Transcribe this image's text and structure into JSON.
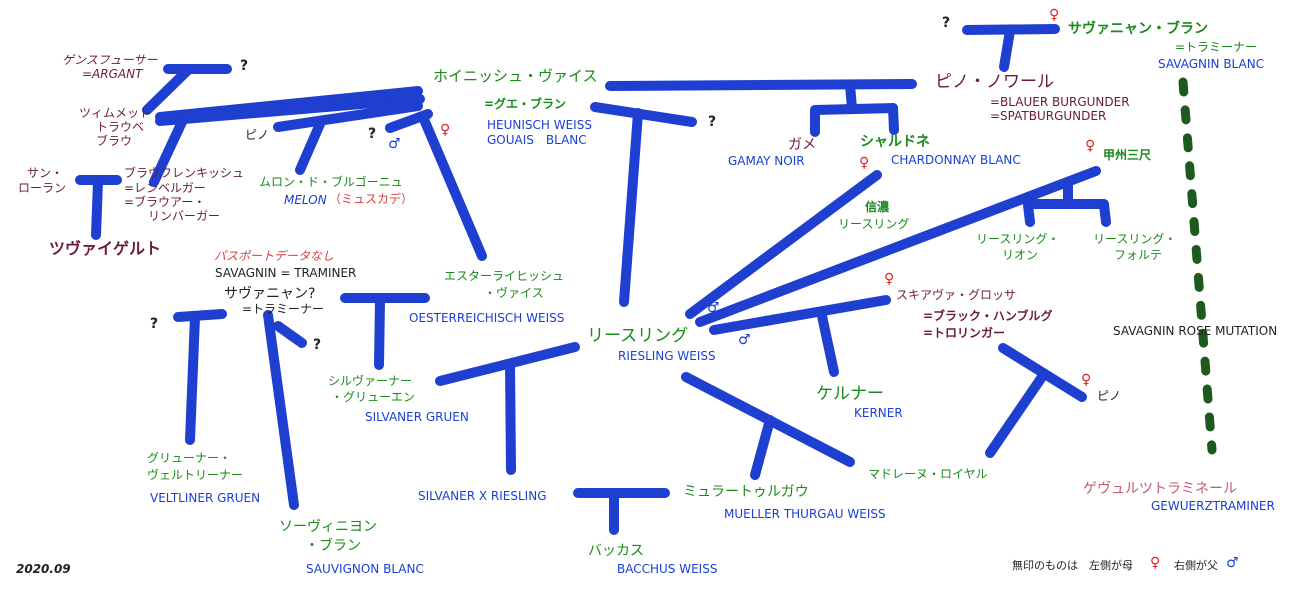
{
  "colors": {
    "line_blue": "#1f3fd0",
    "line_green": "#1e5a1e",
    "japanese_name": "#1a8a1a",
    "maroon_name": "#6b1a3f",
    "english_name": "#1a3fd6",
    "note_red": "#d94040"
  },
  "labels": {
    "heunisch_jp": "ホイニッシュ・ヴァイス",
    "heunisch_alias": "=グエ・ブラン",
    "heunisch_en1": "HEUNISCH WEISS",
    "heunisch_en2": "GOUAIS　BLANC",
    "gans_jp": "ゲンスフューサー",
    "gans_alias": "=ARGANT",
    "tzim_jp1": "ツィムメット",
    "tzim_jp2": "トラウベ",
    "tzim_jp3": "ブラウ",
    "pinot_small_1": "ピノ",
    "melon_jp": "ムロン・ド・ブルゴーニュ",
    "melon_en": "MELON",
    "melon_alias": "（ミュスカデ）",
    "sanlaurent_1": "サン・",
    "sanlaurent_2": "ローラン",
    "blau_1": "ブラウフレンキッシュ",
    "blau_2": "=レンベルガー",
    "blau_3": "=ブラウアー・",
    "blau_4": "リンバーガー",
    "zweigelt": "ツヴァイゲルト",
    "no_passport": "パスポートデータなし",
    "sav_traminer": "SAVAGNIN = TRAMINER",
    "savagnin_q": "サヴァニャン?",
    "savagnin_alias": "=トラミーナー",
    "estra_jp1": "エスターライヒッシュ",
    "estra_jp2": "・ヴァイス",
    "estra_en": "OESTERREICHISCH WEISS",
    "gruner_jp1": "グリューナー・",
    "gruner_jp2": "ヴェルトリーナー",
    "gruner_en": "VELTLINER GRUEN",
    "sauv_jp1": "ソーヴィニヨン",
    "sauv_jp2": "・ブラン",
    "sauv_en": "SAUVIGNON BLANC",
    "silv_jp1": "シルヴァーナー",
    "silv_jp2": "・グリューエン",
    "silv_en": "SILVANER GRUEN",
    "silvx_en": "SILVANER X RIESLING",
    "riesling_jp": "リースリング",
    "riesling_en": "RIESLING WEISS",
    "pinot_noir_jp": "ピノ・ノワール",
    "pinot_noir_alias1": "=BLAUER BURGUNDER",
    "pinot_noir_alias2": "=SPATBURGUNDER",
    "gamay_jp": "ガメ",
    "gamay_en": "GAMAY NOIR",
    "chard_jp": "シャルドネ",
    "chard_en": "CHARDONNAY BLANC",
    "savblanc_jp": "サヴァニャン・ブラン",
    "savblanc_alias": "=トラミーナー",
    "savblanc_en": "SAVAGNIN BLANC",
    "koshu": "甲州三尺",
    "shinano_1": "信濃",
    "shinano_2": "リースリング",
    "rion_1": "リースリング・",
    "rion_2": "リオン",
    "forte_1": "リースリング・",
    "forte_2": "フォルテ",
    "schiava_1": "スキアヴァ・グロッサ",
    "schiava_2": "=ブラック・ハンブルグ",
    "schiava_3": "=トロリンガー",
    "kerner_jp": "ケルナー",
    "kerner_en": "KERNER",
    "pinot_small_2": "ピノ",
    "madeleine": "マドレーヌ・ロイヤル",
    "muller_jp": "ミュラートゥルガウ",
    "muller_en": "MUELLER THURGAU WEISS",
    "bacchus_jp": "バッカス",
    "bacchus_en": "BACCHUS WEISS",
    "rose_mut": "SAVAGNIN ROSE MUTATION",
    "gewurz_jp": "ゲヴュルツトラミネール",
    "gewurz_en": "GEWUERZTRAMINER",
    "date": "2020.09",
    "legend_text": "無印のものは　左側が母",
    "legend_text2": "右側が父",
    "q": "?",
    "female": "♀",
    "male": "♂"
  }
}
